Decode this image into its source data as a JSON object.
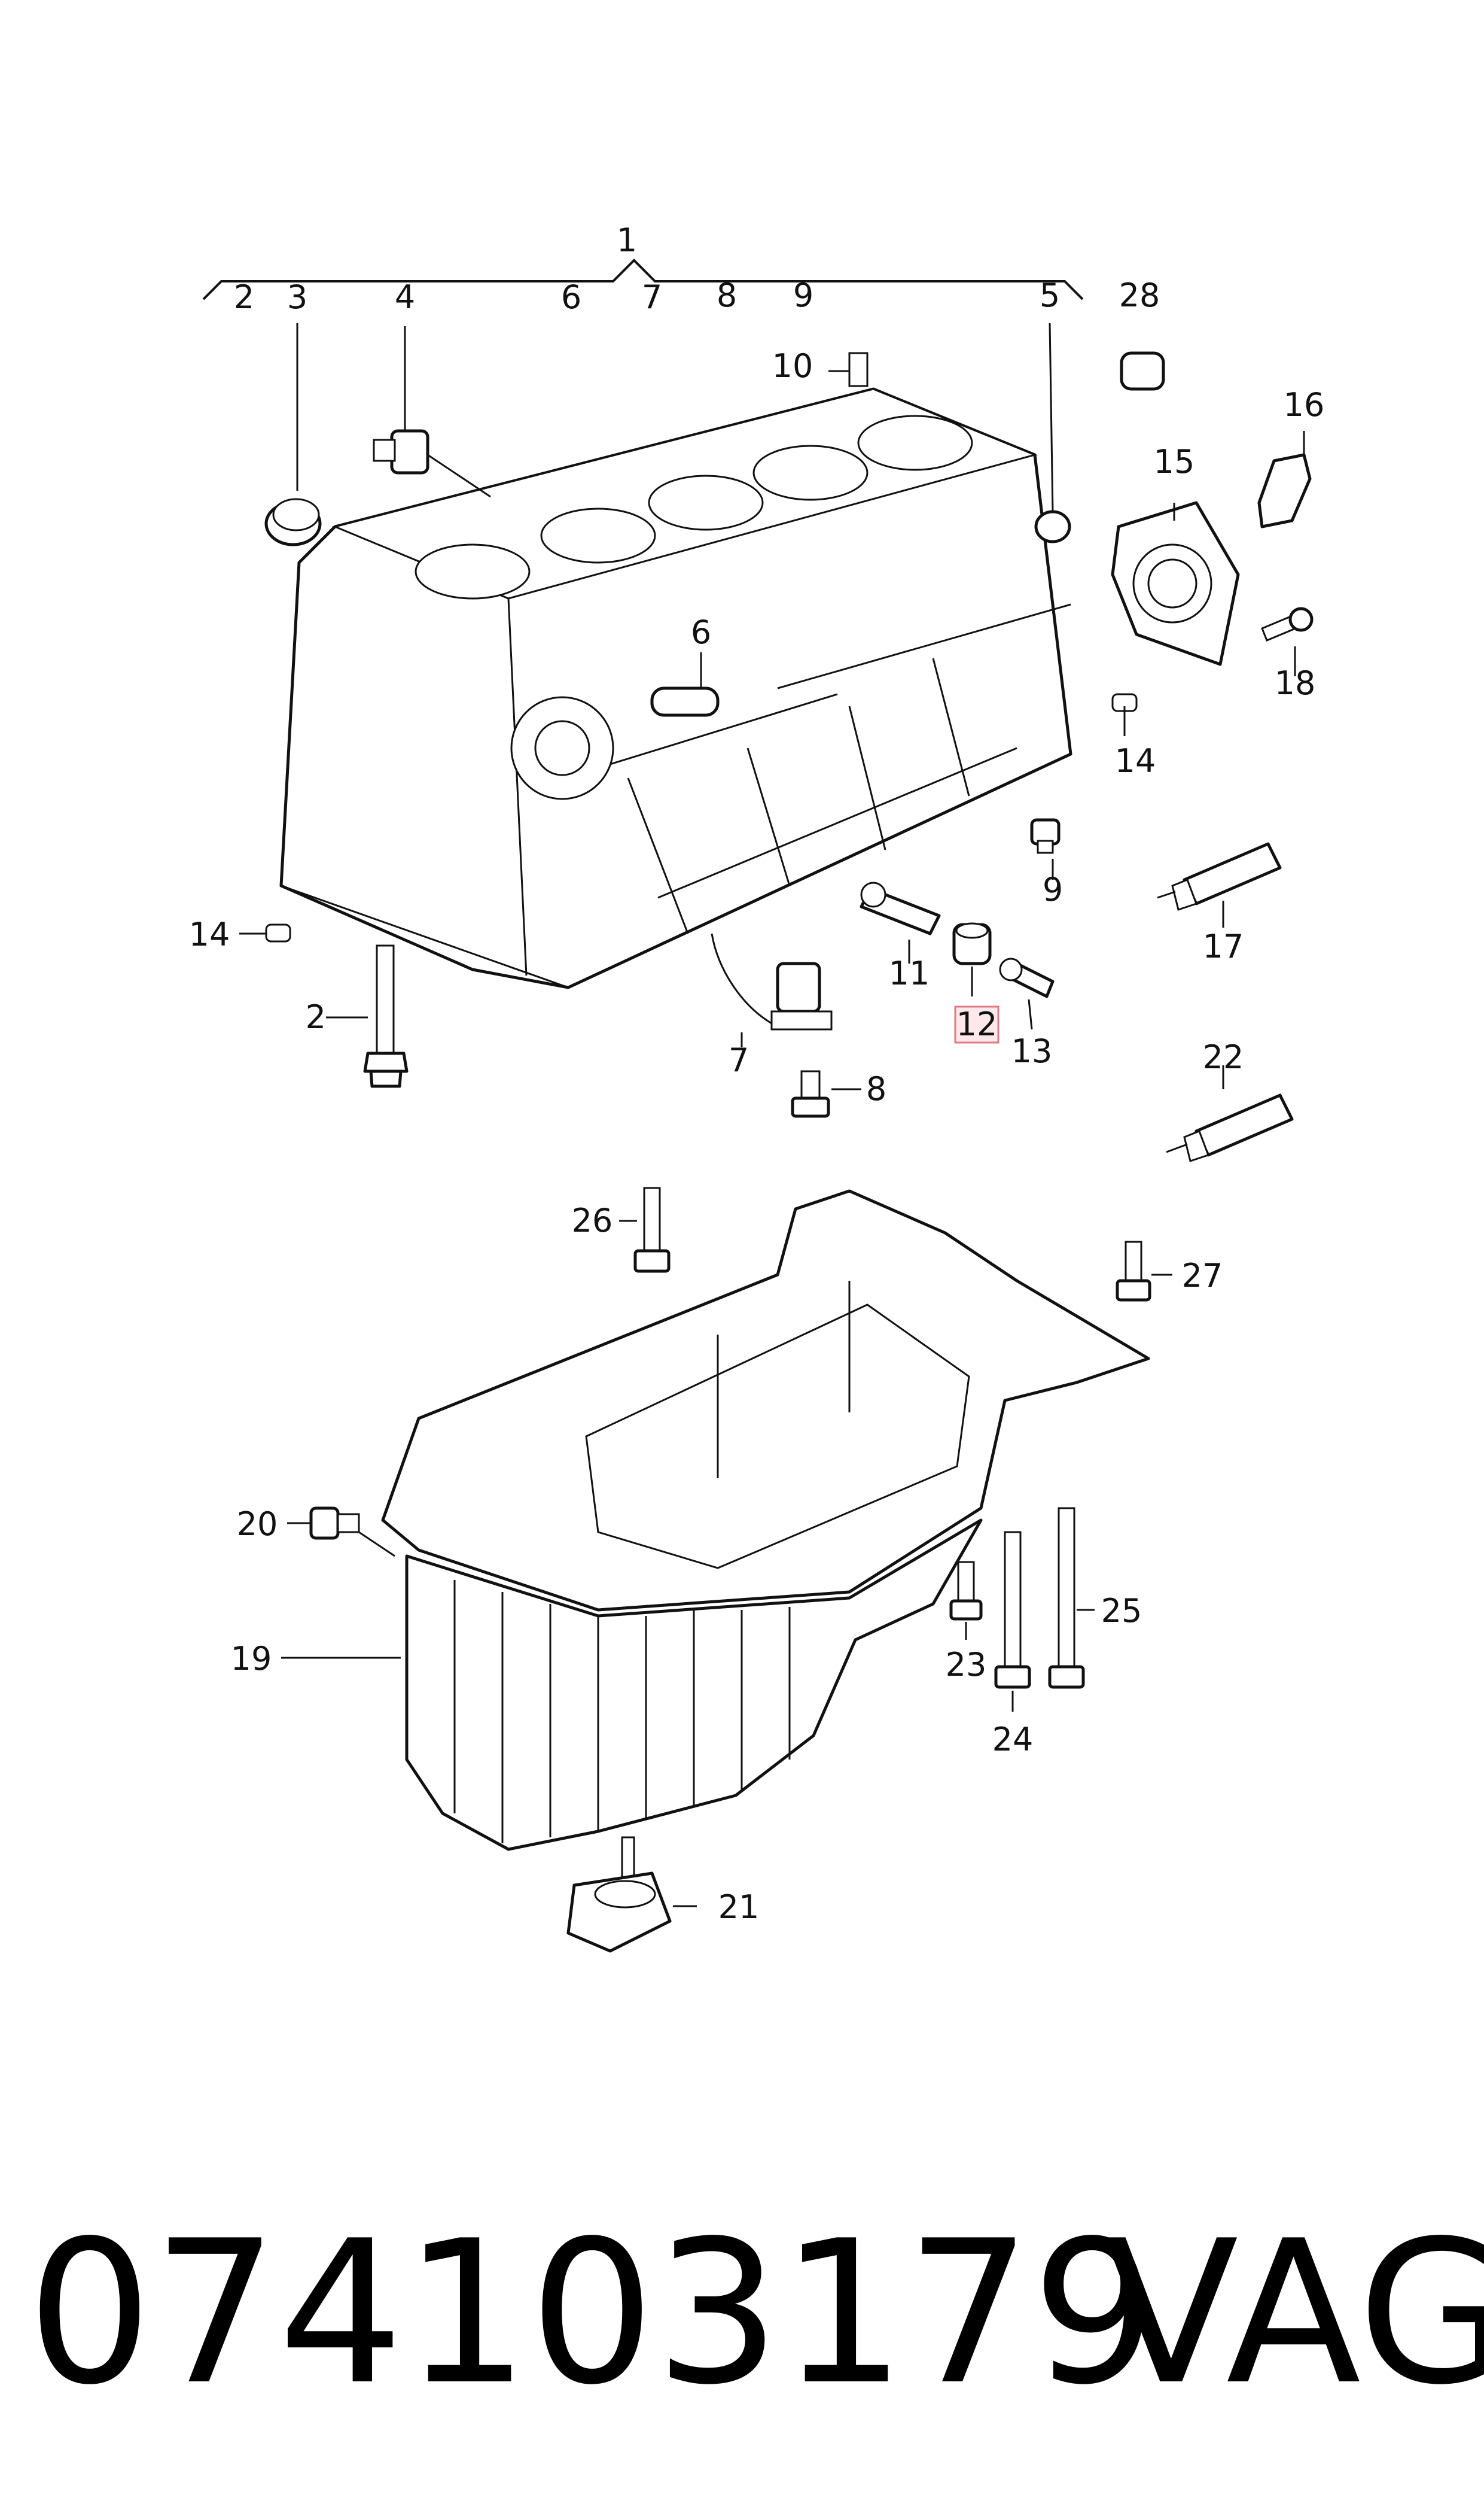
{
  "labels": {
    "l1": "1",
    "l2": "2",
    "l3": "3",
    "l4": "4",
    "l5": "5",
    "l6": "6",
    "l7": "7",
    "l8": "8",
    "l9": "9",
    "l10": "10",
    "l11": "11",
    "l12": "12",
    "l13": "13",
    "l14": "14",
    "l15": "15",
    "l16": "16",
    "l17": "17",
    "l18": "18",
    "l19": "19",
    "l20": "20",
    "l21": "21",
    "l22": "22",
    "l23": "23",
    "l24": "24",
    "l25": "25",
    "l26": "26",
    "l27": "27",
    "l28": "28"
  },
  "highlighted_part": "12",
  "highlight_color": "#e07a86",
  "footer": {
    "part_number": "074103179",
    "brand": "VAG"
  }
}
